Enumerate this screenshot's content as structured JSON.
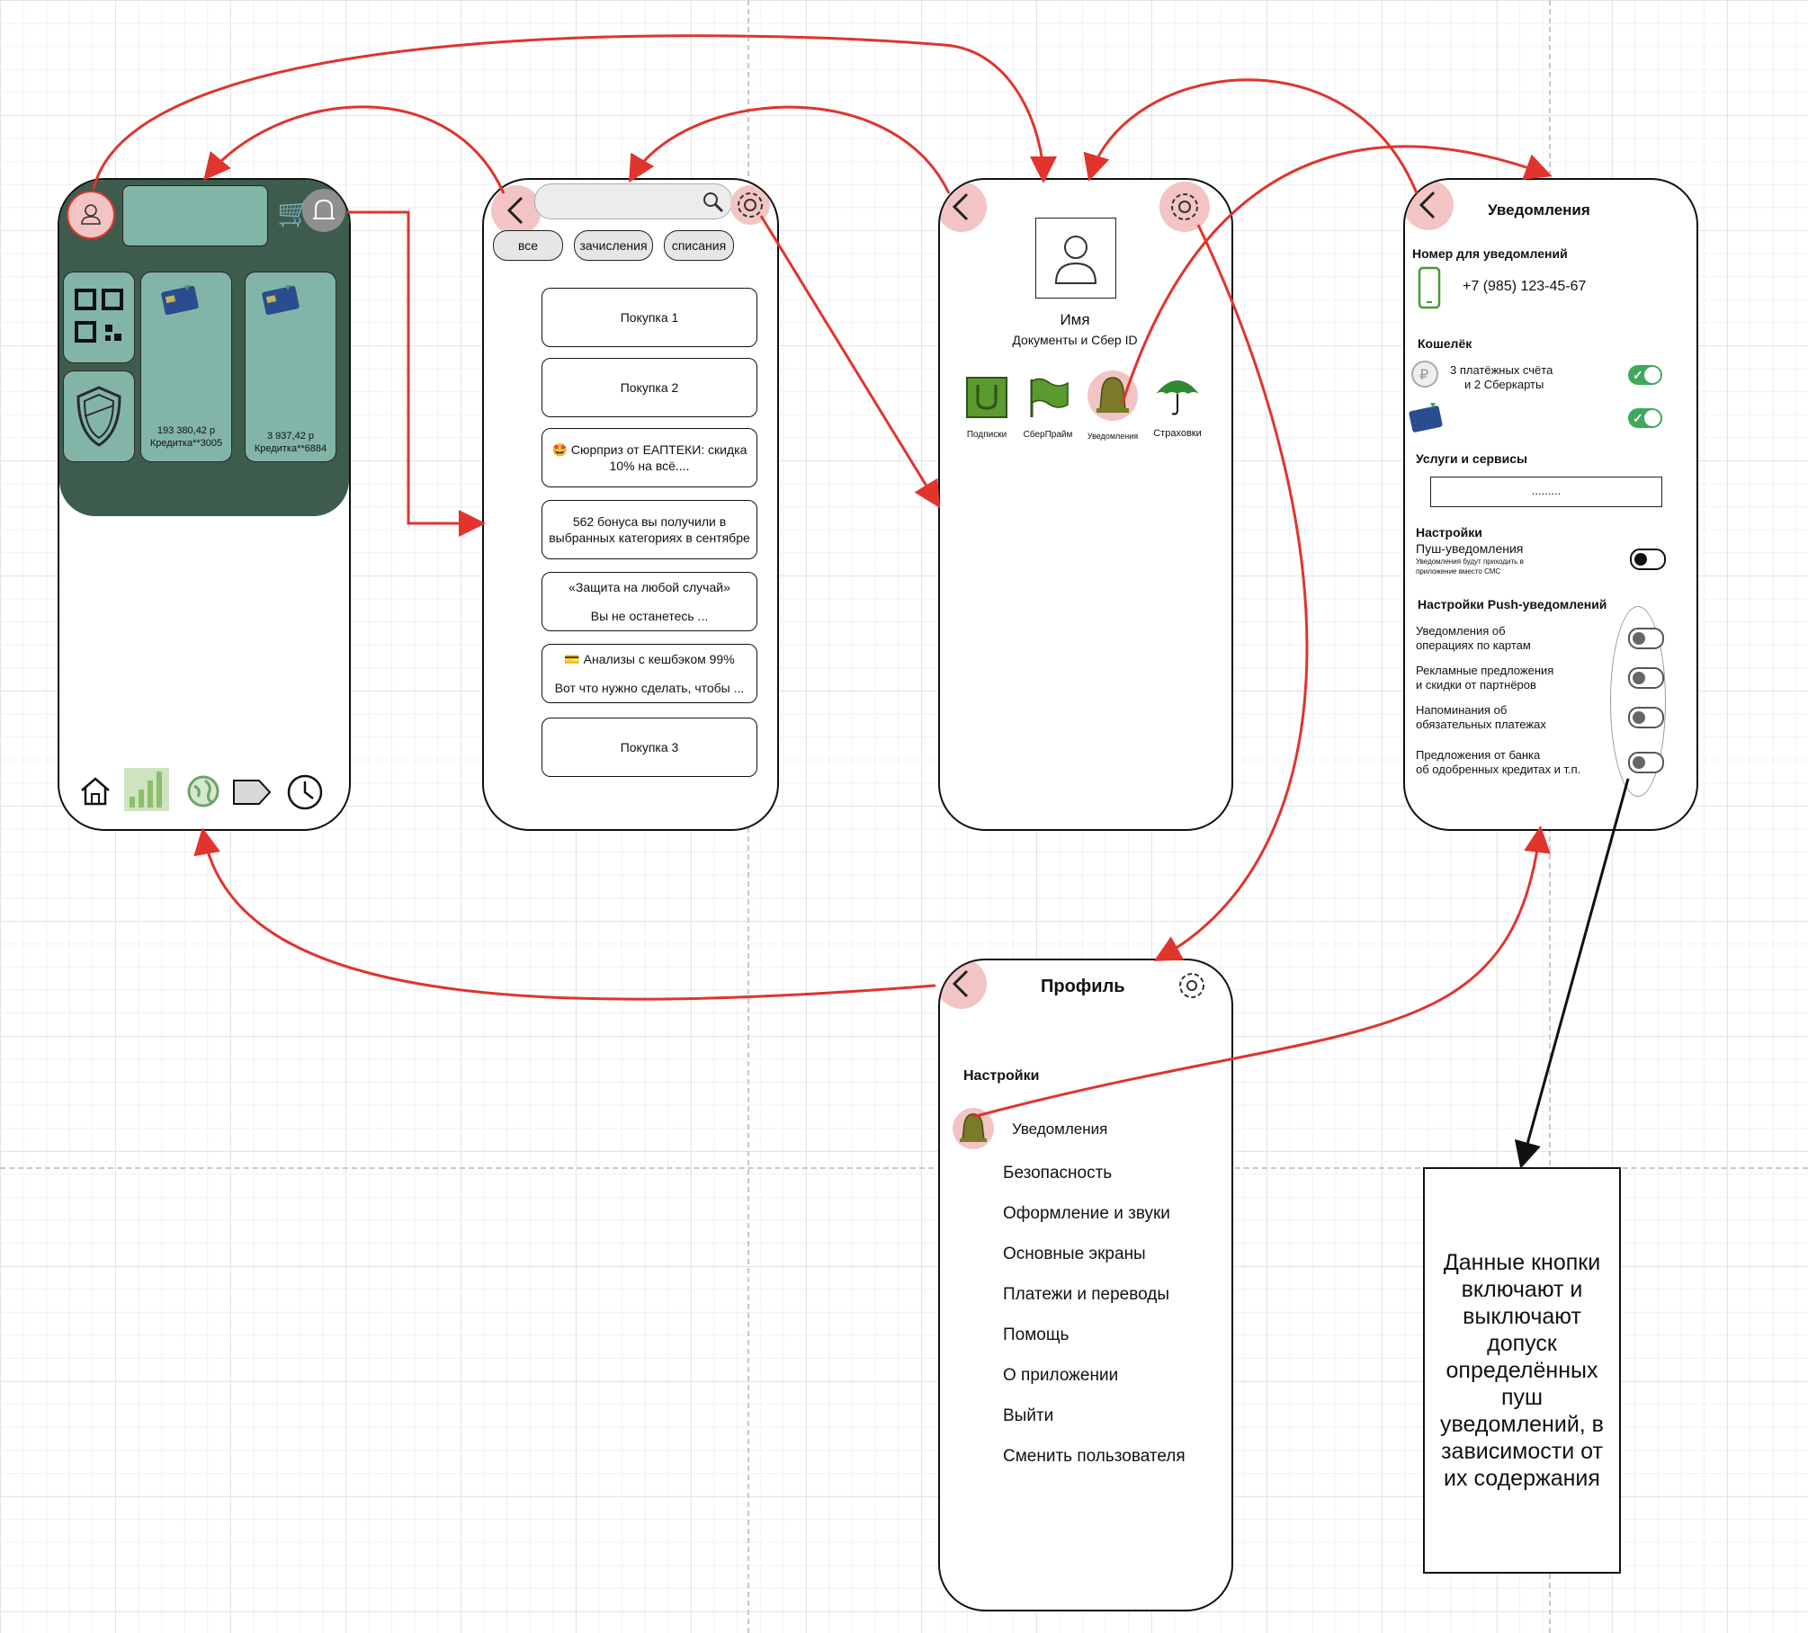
{
  "screen_feed": {
    "filters": [
      "все",
      "зачисления",
      "списания"
    ],
    "cards": [
      {
        "line1": "Покупка 1",
        "line2": ""
      },
      {
        "line1": "Покупка 2",
        "line2": ""
      },
      {
        "line1": "🤩 Сюрприз от ЕАПТЕКИ: скидка",
        "line2": "10% на всё...."
      },
      {
        "line1": "562 бонуса вы получили в",
        "line2": "выбранных категориях в сентябре"
      },
      {
        "line1": "«Защита на любой случай»",
        "line2": "Вы не останетесь ..."
      },
      {
        "line1": "💳 Анализы с кешбэком 99%",
        "line2": "Вот что нужно сделать, чтобы ..."
      },
      {
        "line1": "Покупка 3",
        "line2": ""
      }
    ]
  },
  "screen_home": {
    "card1_amount": "193 380,42 р",
    "card1_name": "Кредитка**3005",
    "card2_amount": "3 937,42 р",
    "card2_name": "Кредитка**6884"
  },
  "screen_user": {
    "name": "Имя",
    "subtitle": "Документы и Сбер ID",
    "shortcuts": [
      "Подписки",
      "СберПрайм",
      "Уведомления",
      "Страховки"
    ]
  },
  "screen_notifications": {
    "title": "Уведомления",
    "phone_section_title": "Номер для уведомлений",
    "phone_number": "+7 (985) 123-45-67",
    "wallet_title": "Кошелёк",
    "wallet_accounts_line1": "3 платёжных счёта",
    "wallet_accounts_line2": "и 2 Сберкарты",
    "services_title": "Услуги и сервисы",
    "services_placeholder": ".........",
    "settings_title": "Настройки",
    "push_label": "Пуш-уведомления",
    "push_hint_line1": "Уведомления будут приходить в",
    "push_hint_line2": "приложение вместо СМС",
    "push_settings_title": "Настройки Push-уведомлений",
    "push_options": [
      {
        "line1": "Уведомления об",
        "line2": "операциях по картам"
      },
      {
        "line1": "Рекламные предложения",
        "line2": "и скидки от партнёров"
      },
      {
        "line1": "Напоминания об",
        "line2": "обязательных платежах"
      },
      {
        "line1": "Предложения от банка",
        "line2": "об одобренных кредитах и т.п."
      }
    ]
  },
  "screen_profile": {
    "title": "Профиль",
    "section": "Настройки",
    "items": [
      "Уведомления",
      "Безопасность",
      "Оформление и звуки",
      "Основные экраны",
      "Платежи и переводы",
      "Помощь",
      "О приложении",
      "Выйти",
      "Сменить пользователя"
    ]
  },
  "note": {
    "text": "Данные кнопки включают и выключают допуск определённых пуш уведомлений, в зависимости от их содержания"
  },
  "colors": {
    "arrow": "#e0342d",
    "header_dark": "#3d5c4e",
    "tile": "#82b5a8",
    "icon_green": "#5a9a2e",
    "bell_olive": "#7a7a28",
    "back_pink": "#f3c4c4",
    "toggle_on": "#3fa95b"
  }
}
